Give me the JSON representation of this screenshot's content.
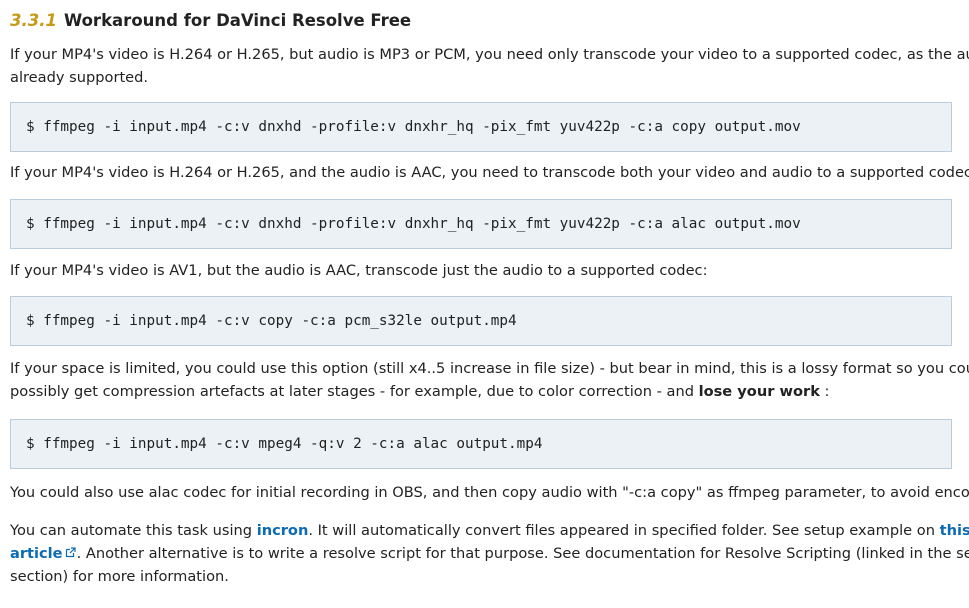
{
  "section": {
    "number": "3.3.1",
    "title": "Workaround for DaVinci Resolve Free"
  },
  "paragraphs": {
    "p1": {
      "line1": "If your MP4's video is H.264 or H.265, but audio is MP3 or PCM, you need only transcode your video to a supported codec, as the audio is",
      "line2": "already supported."
    },
    "p2": "If your MP4's video is H.264 or H.265, and the audio is AAC, you need to transcode both your video and audio to a supported codec.",
    "p3": "If your MP4's video is AV1, but the audio is AAC, transcode just the audio to a supported codec:",
    "p4": {
      "line1": "If your space is limited, you could use this option (still x4..5 increase in file size) - but bear in mind, this is a lossy format so you could",
      "line2_pre": "possibly get compression artefacts at later stages - for example, due to color correction - and ",
      "line2_bold": "lose your work",
      "line2_post": " :"
    },
    "p5": "You could also use alac codec for initial recording in OBS, and then copy audio with \"-c:a copy\" as ffmpeg parameter, to avoid encoding.",
    "p6": {
      "line1_pre": "You can automate this task using ",
      "link_incron": "incron",
      "line1_mid": ". It will automatically convert files appeared in specified folder. See setup example on ",
      "link_this": "this",
      "link_article": "article",
      "line2_post": ". Another alternative is to write a resolve script for that purpose. See documentation for Resolve Scripting (linked in the see also",
      "line3": "section) for more information."
    }
  },
  "code_blocks": {
    "c1": "$ ffmpeg -i input.mp4 -c:v dnxhd -profile:v dnxhr_hq -pix_fmt yuv422p -c:a copy output.mov",
    "c2": "$ ffmpeg -i input.mp4 -c:v dnxhd -profile:v dnxhr_hq -pix_fmt yuv422p -c:a alac output.mov",
    "c3": "$ ffmpeg -i input.mp4 -c:v copy -c:a pcm_s32le output.mp4",
    "c4": "$ ffmpeg -i input.mp4 -c:v mpeg4 -q:v 2 -c:a alac output.mp4"
  },
  "icons": {
    "external_link": "external-link-icon"
  },
  "colors": {
    "section_number": "#c69a17",
    "link": "#0b6bb5",
    "code_background": "#ebf1f5",
    "code_border": "#bbccdd"
  }
}
